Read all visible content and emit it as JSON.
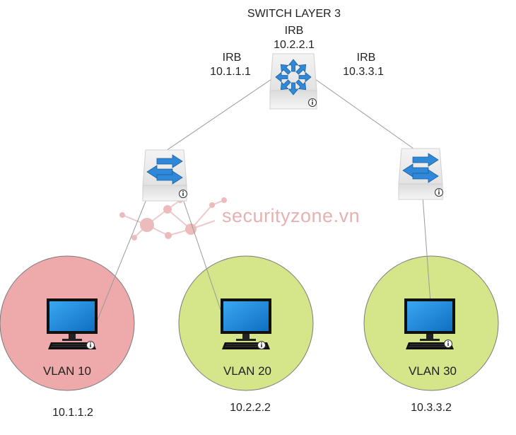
{
  "switch_l3": {
    "title": "SWITCH LAYER 3",
    "top_irb": "IRB",
    "top_ip": "10.2.2.1",
    "left_irb": "IRB",
    "left_ip": "10.1.1.1",
    "right_irb": "IRB",
    "right_ip": "10.3.3.1"
  },
  "vlans": [
    {
      "label": "VLAN 10",
      "ip": "10.1.1.2",
      "color": "#eeaaaa"
    },
    {
      "label": "VLAN 20",
      "ip": "10.2.2.2",
      "color": "#d5e68a"
    },
    {
      "label": "VLAN 30",
      "ip": "10.3.3.2",
      "color": "#d5e68a"
    }
  ],
  "watermark": "securityzone.vn",
  "colors": {
    "device_blue": "#2f88d8",
    "screen_blue": "#1a86de",
    "link_gray": "#9a9a9a"
  },
  "icons": [
    "router-icon",
    "switch-icon",
    "computer-icon",
    "info-icon"
  ]
}
